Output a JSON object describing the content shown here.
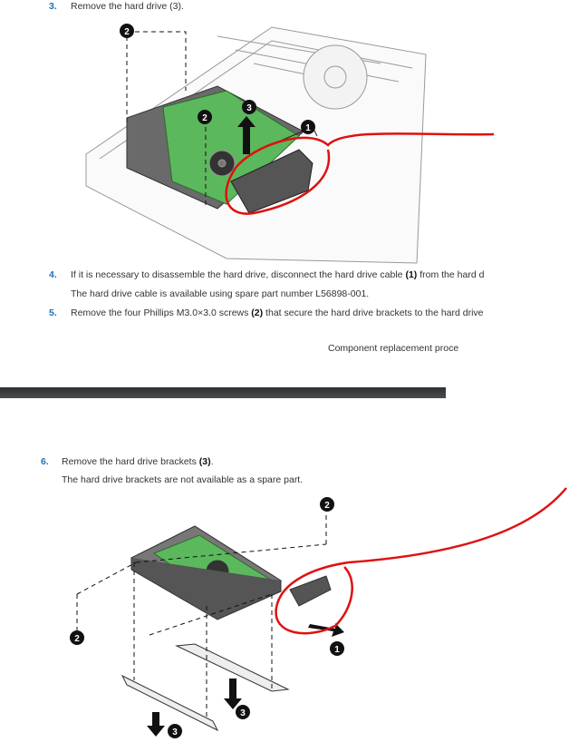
{
  "page1": {
    "step3": {
      "number": "3.",
      "text": "Remove the hard drive (3)."
    },
    "step4": {
      "number": "4.",
      "text_before": "If it is necessary to disassemble the hard drive, disconnect the hard drive cable ",
      "callout": "(1)",
      "text_after": " from the hard d"
    },
    "step4_note": "The hard drive cable is available using spare part number L56898-001.",
    "step5": {
      "number": "5.",
      "text_before": "Remove the four Phillips M3.0×3.0 screws ",
      "callout": "(2)",
      "text_after": " that secure the hard drive brackets to the hard drive"
    },
    "footer": "Component replacement proce",
    "figure_callouts": [
      "2",
      "3",
      "2",
      "1"
    ]
  },
  "page2": {
    "step6": {
      "number": "6.",
      "text_before": "Remove the hard drive brackets ",
      "callout": "(3)",
      "text_after": "."
    },
    "step6_note": "The hard drive brackets are not available as a spare part.",
    "figure_callouts": [
      "2",
      "2",
      "1",
      "3",
      "3"
    ]
  },
  "annotation_color": "#e01010",
  "accent_color": "#1f6fb4"
}
